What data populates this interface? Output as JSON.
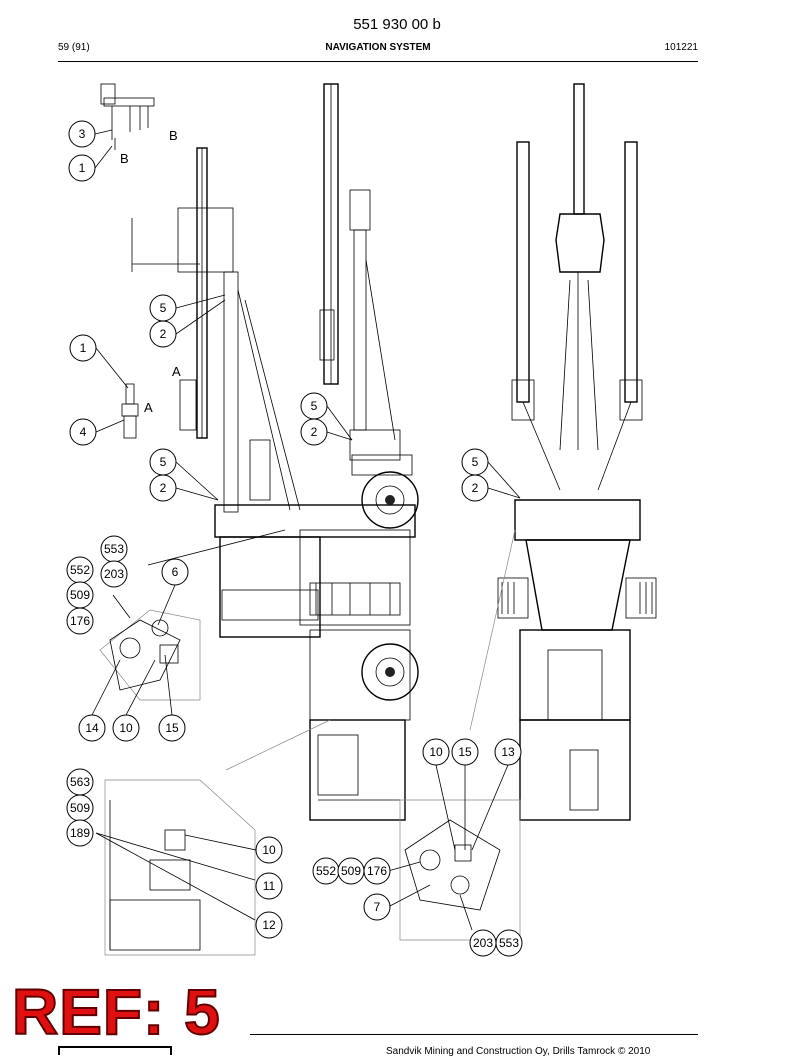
{
  "header": {
    "document_number": "551 930 00 b",
    "page": "59 (91)",
    "section_title": "NAVIGATION SYSTEM",
    "doc_code": "101221"
  },
  "footer": {
    "stamp": "REF: 5",
    "copyright": "Sandvik Mining and Construction Oy, Drills Tamrock © 2010"
  },
  "letters": {
    "B_top": "B",
    "B_detail": "B",
    "A_main": "A",
    "A_detail": "A"
  },
  "callouts": {
    "c3": "3",
    "c1a": "1",
    "c5a": "5",
    "c2a": "2",
    "c1b": "1",
    "c4": "4",
    "c5b": "5",
    "c2b": "2",
    "c5c": "5",
    "c2c": "2",
    "c5d": "5",
    "c2d": "2",
    "c553a": "553",
    "c552a": "552",
    "c203a": "203",
    "c6": "6",
    "c509a": "509",
    "c176a": "176",
    "c14": "14",
    "c10a": "10",
    "c15a": "15",
    "c10b": "10",
    "c15b": "15",
    "c13": "13",
    "c563": "563",
    "c509b": "509",
    "c189": "189",
    "c10c": "10",
    "c11": "11",
    "c12": "12",
    "c552b": "552",
    "c509c": "509",
    "c176b": "176",
    "c7": "7",
    "c203b": "203",
    "c553b": "553"
  }
}
